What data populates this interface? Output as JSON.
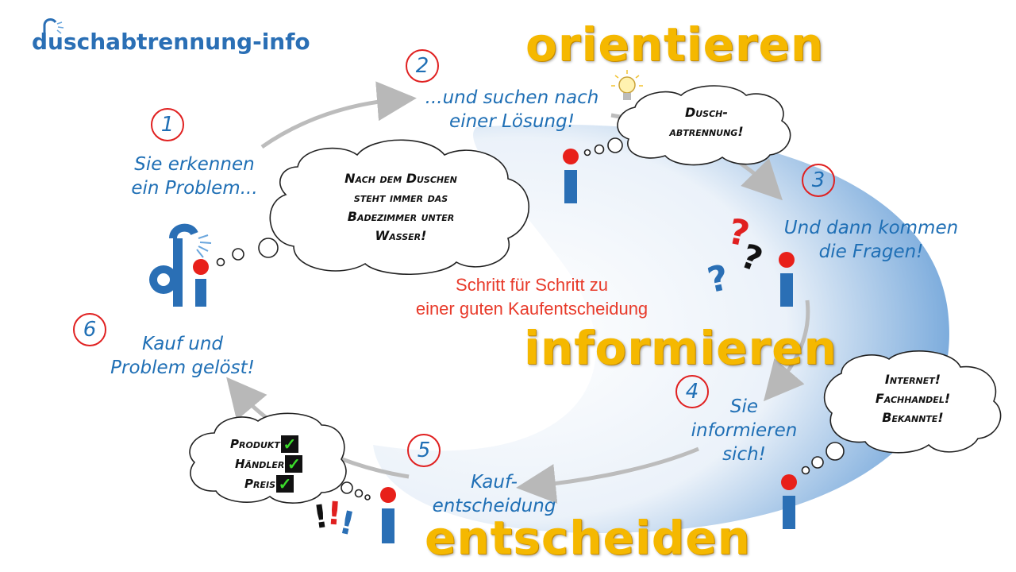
{
  "logo": {
    "text": "duschabtrennung-info"
  },
  "stages": {
    "orientieren": "orientieren",
    "informieren": "informieren",
    "entscheiden": "entscheiden"
  },
  "center": {
    "line1": "Schritt für Schritt zu",
    "line2": "einer guten Kaufentscheidung"
  },
  "steps": [
    {
      "number": "1",
      "line1": "Sie erkennen",
      "line2": "ein Problem..."
    },
    {
      "number": "2",
      "line1": "...und suchen nach",
      "line2": "einer Lösung!"
    },
    {
      "number": "3",
      "line1": "Und dann kommen",
      "line2": "die Fragen!"
    },
    {
      "number": "4",
      "line1": "Sie",
      "line2": "informieren",
      "line3": "sich!"
    },
    {
      "number": "5",
      "line1": "Kauf-",
      "line2": "entscheidung"
    },
    {
      "number": "6",
      "line1": "Kauf und",
      "line2": "Problem gelöst!"
    }
  ],
  "bubbles": {
    "problem": {
      "line1": "Nach dem Duschen",
      "line2": "steht immer das",
      "line3": "Badezimmer unter",
      "line4": "Wasser!"
    },
    "solution": {
      "line1": "Dusch-",
      "line2": "abtrennung!"
    },
    "sources": {
      "line1": "Internet!",
      "line2": "Fachhandel!",
      "line3": "Bekannte!"
    },
    "checklist": {
      "items": [
        "Produkt",
        "Händler",
        "Preis"
      ]
    }
  },
  "symbols": {
    "question_marks": [
      "?",
      "?",
      "?"
    ],
    "exclamation_marks": [
      "!",
      "!",
      "!"
    ],
    "check": "✓"
  },
  "colors": {
    "accent_blue": "#1f6fb5",
    "stage_yellow": "#f5b800",
    "number_red": "#e02020",
    "dot_red": "#e8201a",
    "info_blue": "#2a6fb5"
  }
}
